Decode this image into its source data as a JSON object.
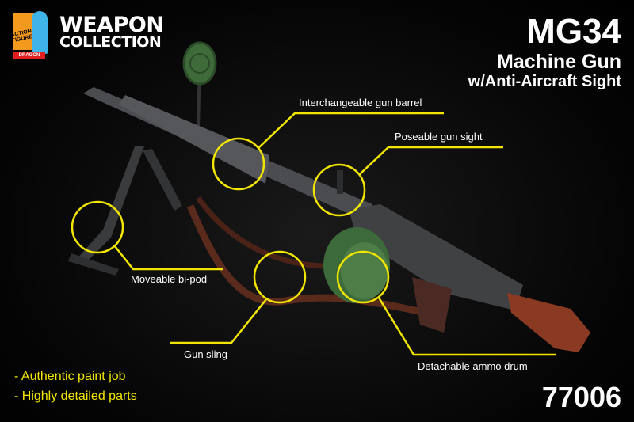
{
  "logo": {
    "badge_text": "ACTION FIGURE",
    "brand": "DRAGON",
    "line1": "WEAPON",
    "line2": "COLLECTION"
  },
  "title": {
    "model": "MG34",
    "type": "Machine Gun",
    "subtitle": "w/Anti-Aircraft Sight"
  },
  "callouts": [
    {
      "label": "Interchangeable gun barrel"
    },
    {
      "label": "Poseable gun sight"
    },
    {
      "label": "Moveable bi-pod"
    },
    {
      "label": "Gun sling"
    },
    {
      "label": "Detachable ammo drum"
    }
  ],
  "features": [
    "- Authentic paint job",
    "- Highly detailed parts"
  ],
  "product_number": "77006",
  "colors": {
    "accent": "#f2e600",
    "background": "#000000",
    "logo_orange": "#f39a1e",
    "logo_blue": "#3fb4e8"
  }
}
